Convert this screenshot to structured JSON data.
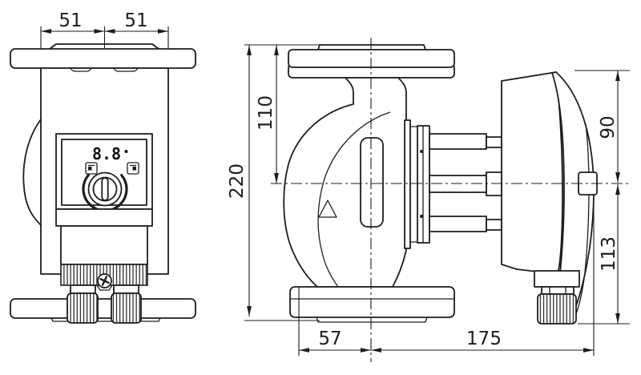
{
  "drawing": {
    "type": "technical-dimension-drawing",
    "subject": "circulation pump, front and side views",
    "colors": {
      "line": "#1d1d1d",
      "background": "#ffffff"
    },
    "display": {
      "value": "8.8"
    },
    "icons": {
      "left_display": "min-setting-icon",
      "right_display": "max-setting-icon",
      "screw": "phillips-screw-icon",
      "flow": "flow-direction-triangle-icon",
      "knob": "control-knob-icon"
    },
    "dims": {
      "front_left": "51",
      "front_right": "51",
      "height_upper": "110",
      "height_total": "220",
      "motor_upper": "90",
      "motor_lower": "113",
      "offset_left": "57",
      "offset_right": "175"
    }
  }
}
